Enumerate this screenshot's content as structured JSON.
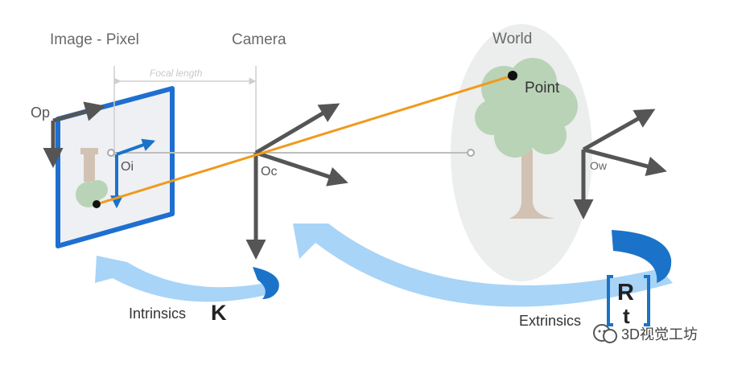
{
  "labels": {
    "image_pixel": "Image - Pixel",
    "camera": "Camera",
    "world": "World",
    "focal_length": "Focal length",
    "point": "Point",
    "op": "Op",
    "oi": "Oi",
    "oc": "Oc",
    "ow": "Ow",
    "intrinsics": "Intrinsics",
    "intrinsics_symbol": "K",
    "extrinsics": "Extrinsics",
    "extrinsics_r": "R",
    "extrinsics_t": "t",
    "watermark": "3D视觉工坊"
  },
  "colors": {
    "image_frame": "#1f6fd1",
    "image_fill": "#eef0f4",
    "axis": "#555555",
    "ray": "#f09a1c",
    "tree_canopy": "#b9d3b6",
    "tree_trunk": "#d2c2b3",
    "world_bubble": "#eceded",
    "arrow_light": "#a8d4f7",
    "arrow_dark": "#1a73c9",
    "text_gray": "#6a6a6a",
    "text_dark": "#222222"
  },
  "icons": {
    "watermark_logo": "wechat-icon"
  }
}
